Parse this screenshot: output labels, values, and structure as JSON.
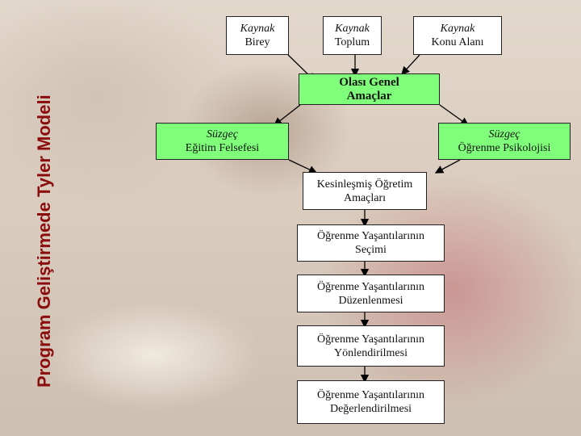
{
  "title": "Program Geliştirmede Tyler Modeli",
  "sources": [
    {
      "kind": "Kaynak",
      "name": "Birey"
    },
    {
      "kind": "Kaynak",
      "name": "Toplum"
    },
    {
      "kind": "Kaynak",
      "name": "Konu Alanı"
    }
  ],
  "general_goals": "Olası Genel Amaçlar",
  "filters": [
    {
      "kind": "Süzgeç",
      "name": "Eğitim Felsefesi"
    },
    {
      "kind": "Süzgeç",
      "name": "Öğrenme Psikolojisi"
    }
  ],
  "steps": [
    "Kesinleşmiş Öğretim Amaçları",
    "Öğrenme Yaşantılarının Seçimi",
    "Öğrenme Yaşantılarının Düzenlenmesi",
    "Öğrenme Yaşantılarının Yönlendirilmesi",
    "Öğrenme Yaşantılarının Değerlendirilmesi"
  ],
  "colors": {
    "title": "#8b0c0c",
    "box_highlight": "#80ff7a",
    "box": "#ffffff"
  }
}
